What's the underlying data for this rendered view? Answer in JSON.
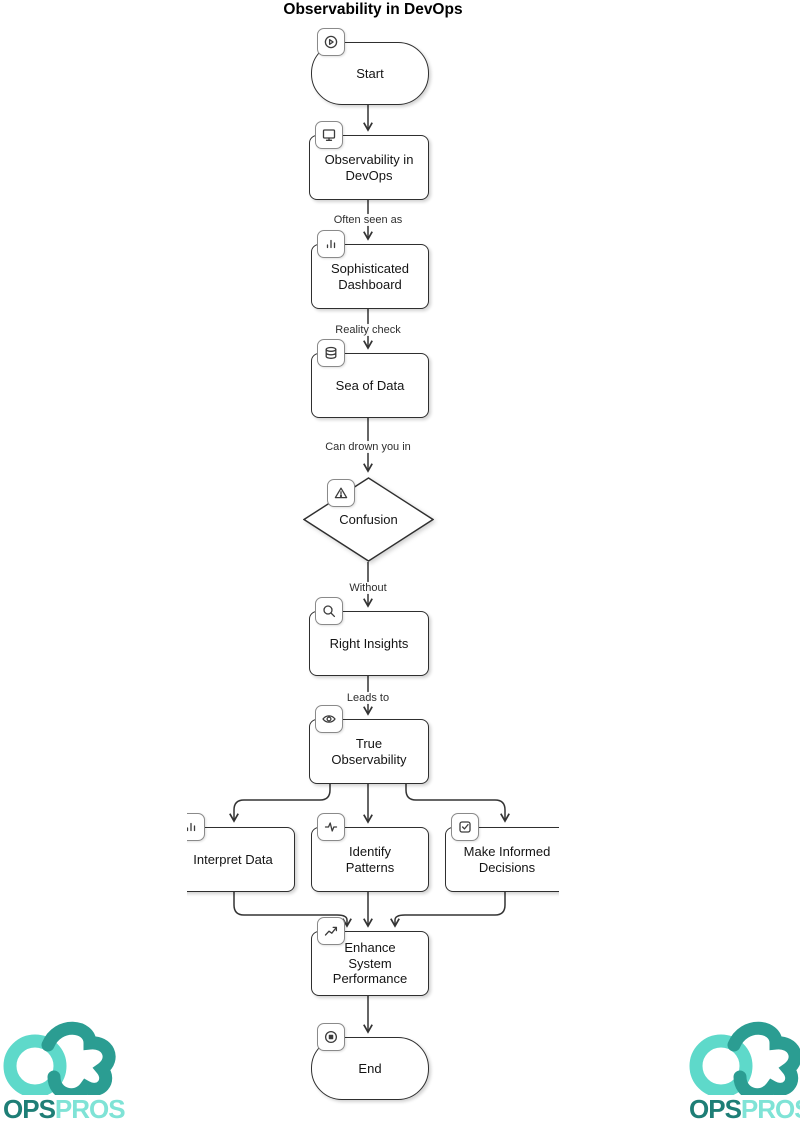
{
  "title": "Observability in DevOps",
  "flowchart": {
    "nodes": [
      {
        "id": "start",
        "label": "Start",
        "shape": "stadium",
        "icon": "play-icon"
      },
      {
        "id": "obs",
        "label": "Observability in DevOps",
        "shape": "rect",
        "icon": "monitor-icon"
      },
      {
        "id": "dash",
        "label": "Sophisticated Dashboard",
        "shape": "rect",
        "icon": "bar-chart-icon"
      },
      {
        "id": "sea",
        "label": "Sea of Data",
        "shape": "rect",
        "icon": "database-icon"
      },
      {
        "id": "confusion",
        "label": "Confusion",
        "shape": "diamond",
        "icon": "warning-icon"
      },
      {
        "id": "insights",
        "label": "Right Insights",
        "shape": "rect",
        "icon": "search-icon"
      },
      {
        "id": "trueobs",
        "label": "True Observability",
        "shape": "rect",
        "icon": "eye-icon"
      },
      {
        "id": "interpret",
        "label": "Interpret Data",
        "shape": "rect",
        "icon": "bar-chart-icon"
      },
      {
        "id": "identify",
        "label": "Identify Patterns",
        "shape": "rect",
        "icon": "activity-icon"
      },
      {
        "id": "decisions",
        "label": "Make Informed Decisions",
        "shape": "rect",
        "icon": "check-square-icon"
      },
      {
        "id": "enhance",
        "label": "Enhance System Performance",
        "shape": "rect",
        "icon": "trending-up-icon"
      },
      {
        "id": "end",
        "label": "End",
        "shape": "stadium",
        "icon": "stop-circle-icon"
      }
    ],
    "edge_labels": [
      {
        "from": "Observability in DevOps",
        "to": "Sophisticated Dashboard",
        "label": "Often seen as"
      },
      {
        "from": "Sophisticated Dashboard",
        "to": "Sea of Data",
        "label": "Reality check"
      },
      {
        "from": "Sea of Data",
        "to": "Confusion",
        "label": "Can drown you in"
      },
      {
        "from": "Confusion",
        "to": "Right Insights",
        "label": "Without"
      },
      {
        "from": "True Observability",
        "to": "Identify Patterns",
        "label": "Leads to"
      }
    ],
    "line_color": "#333333"
  },
  "brand": {
    "word_dark": "OPS",
    "word_light": "PROS",
    "color_word_dark": "#1E7E76",
    "color_word_light": "#7FE3D6",
    "color_mark_light": "#5ED9CA",
    "color_mark_dark": "#2B9D92"
  }
}
